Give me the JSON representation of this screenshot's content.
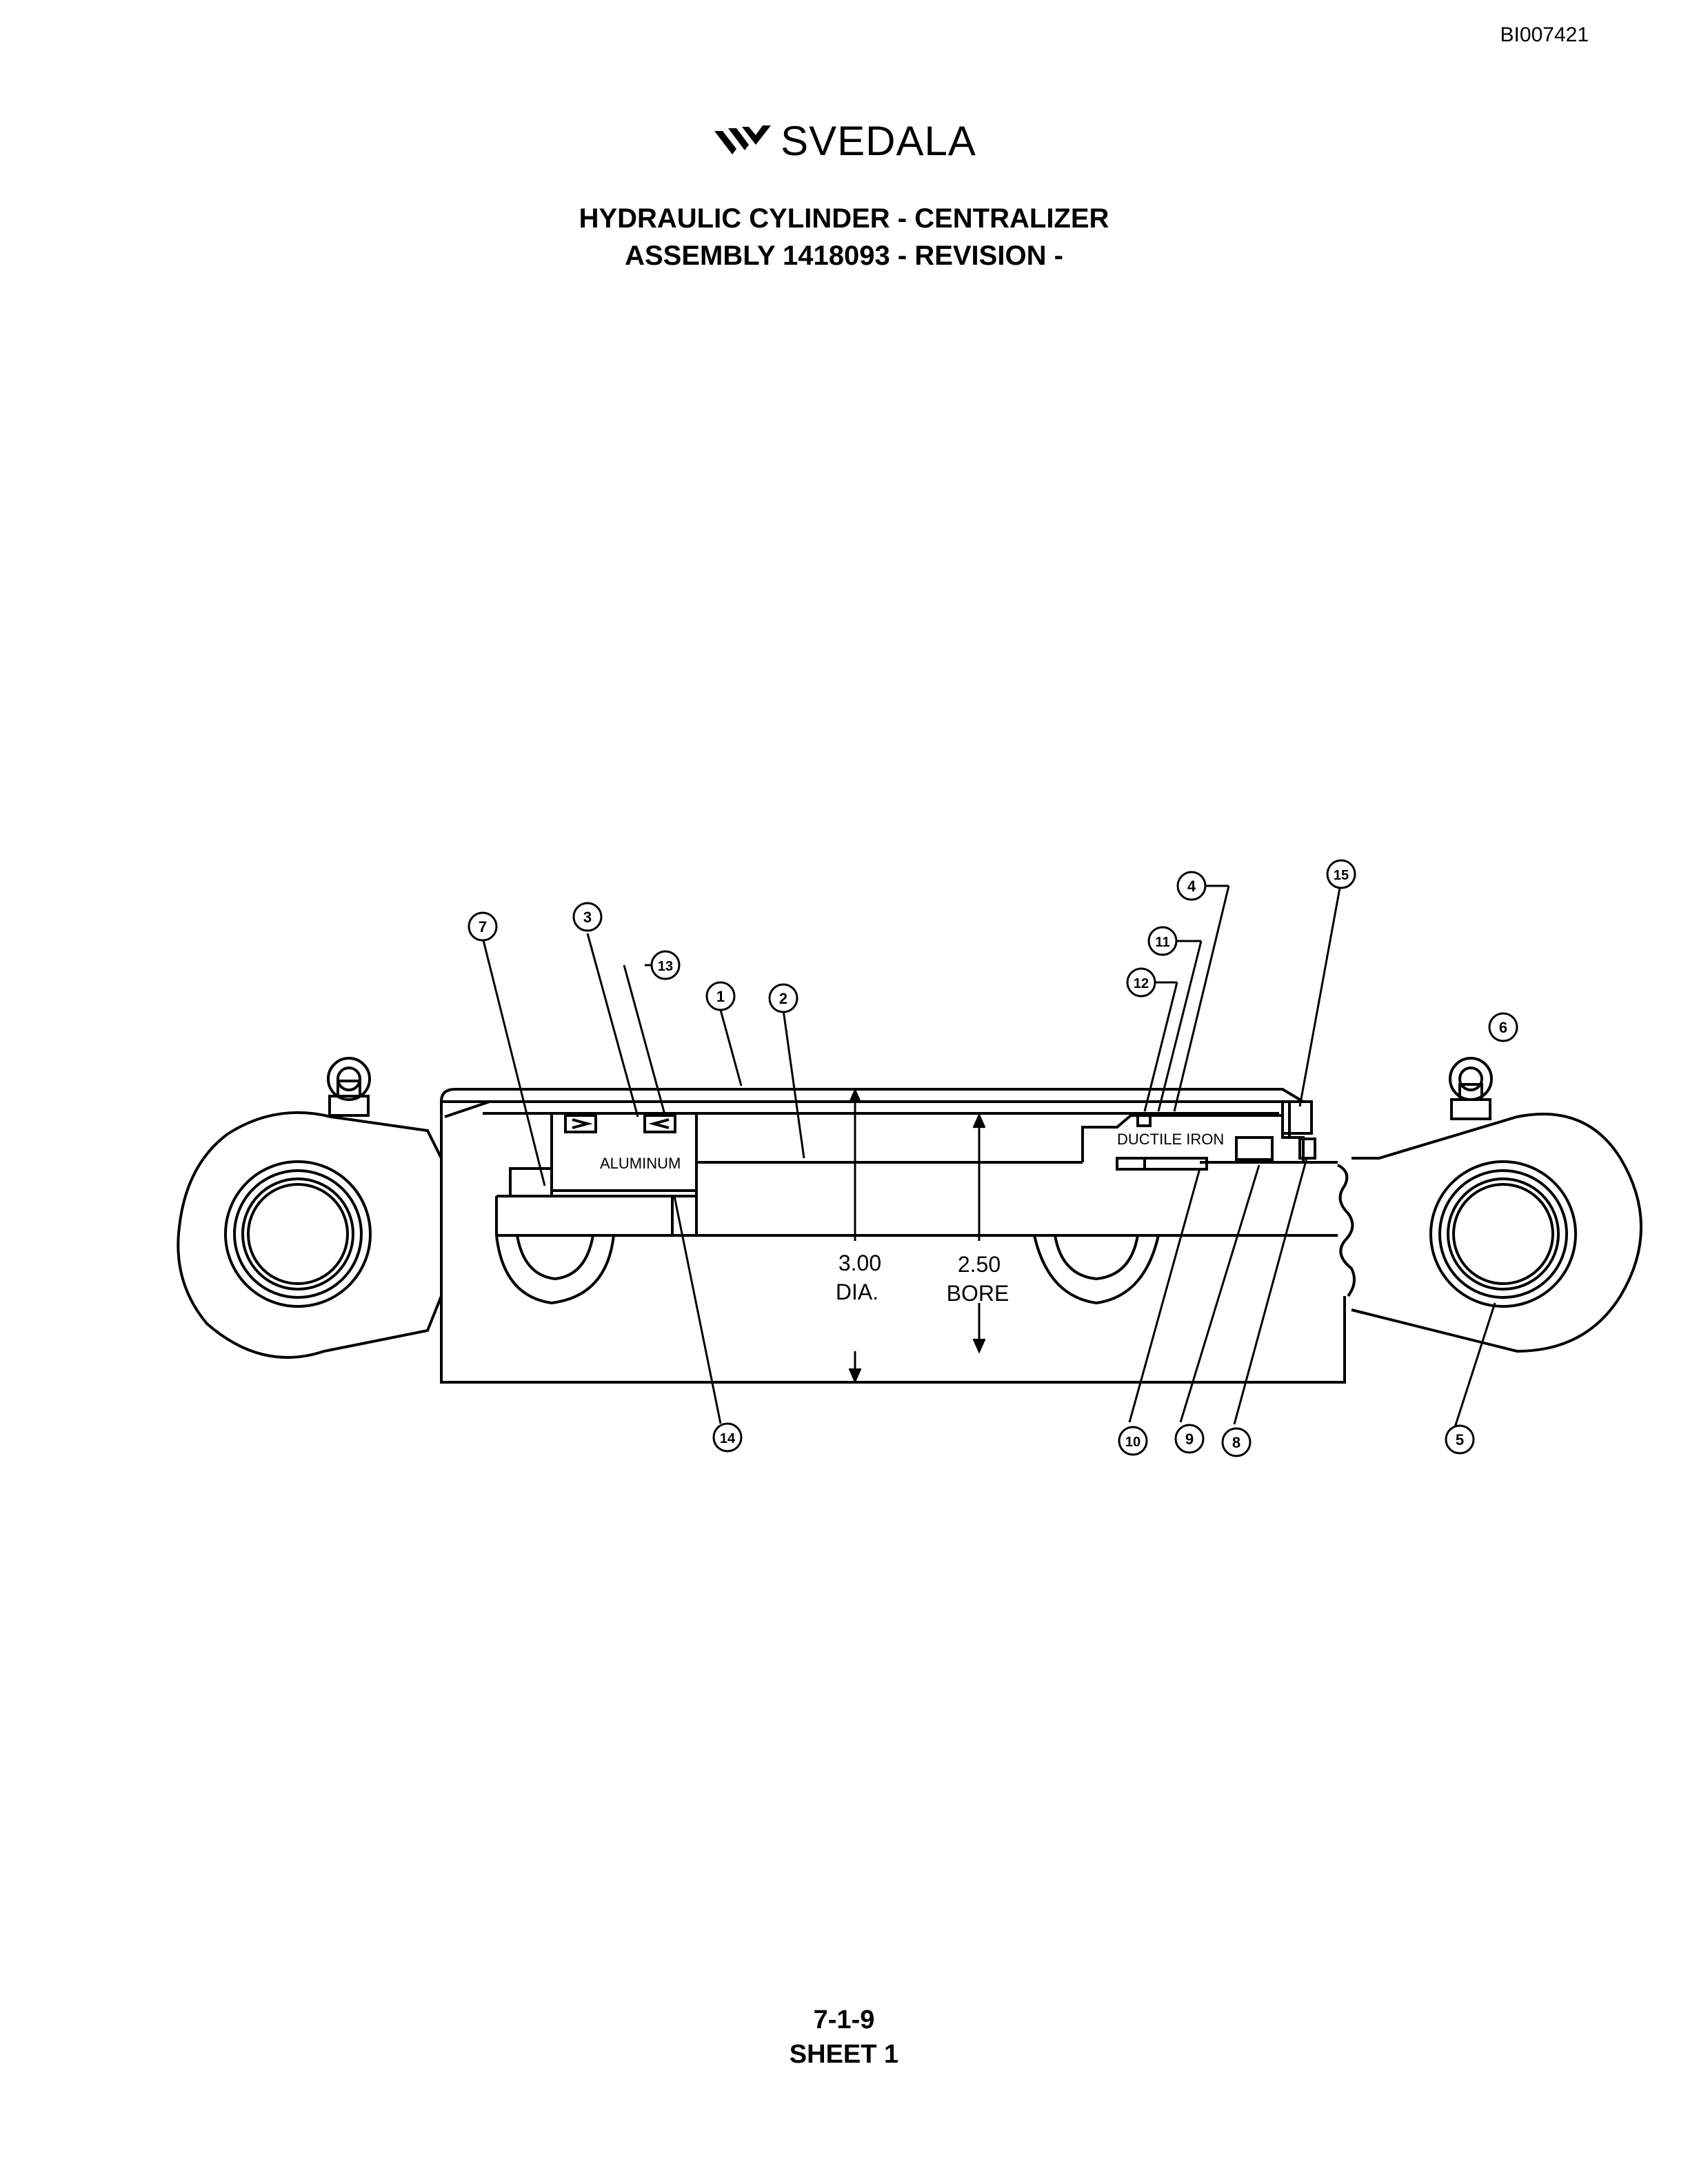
{
  "doc_id": "BI007421",
  "logo": {
    "brand": "SVEDALA",
    "icon": "svedala-logo-icon"
  },
  "title": {
    "line1": "HYDRAULIC CYLINDER - CENTRALIZER",
    "line2": "ASSEMBLY 1418093 - REVISION -"
  },
  "diagram": {
    "materials": {
      "piston": "ALUMINUM",
      "gland": "DUCTILE IRON"
    },
    "dimensions": {
      "dia_value": "3.00",
      "dia_label": "DIA.",
      "bore_value": "2.50",
      "bore_label": "BORE"
    },
    "callouts": [
      "1",
      "2",
      "3",
      "4",
      "5",
      "6",
      "7",
      "8",
      "9",
      "10",
      "11",
      "12",
      "13",
      "14",
      "15"
    ]
  },
  "footer": {
    "page": "7-1-9",
    "sheet": "SHEET 1"
  }
}
